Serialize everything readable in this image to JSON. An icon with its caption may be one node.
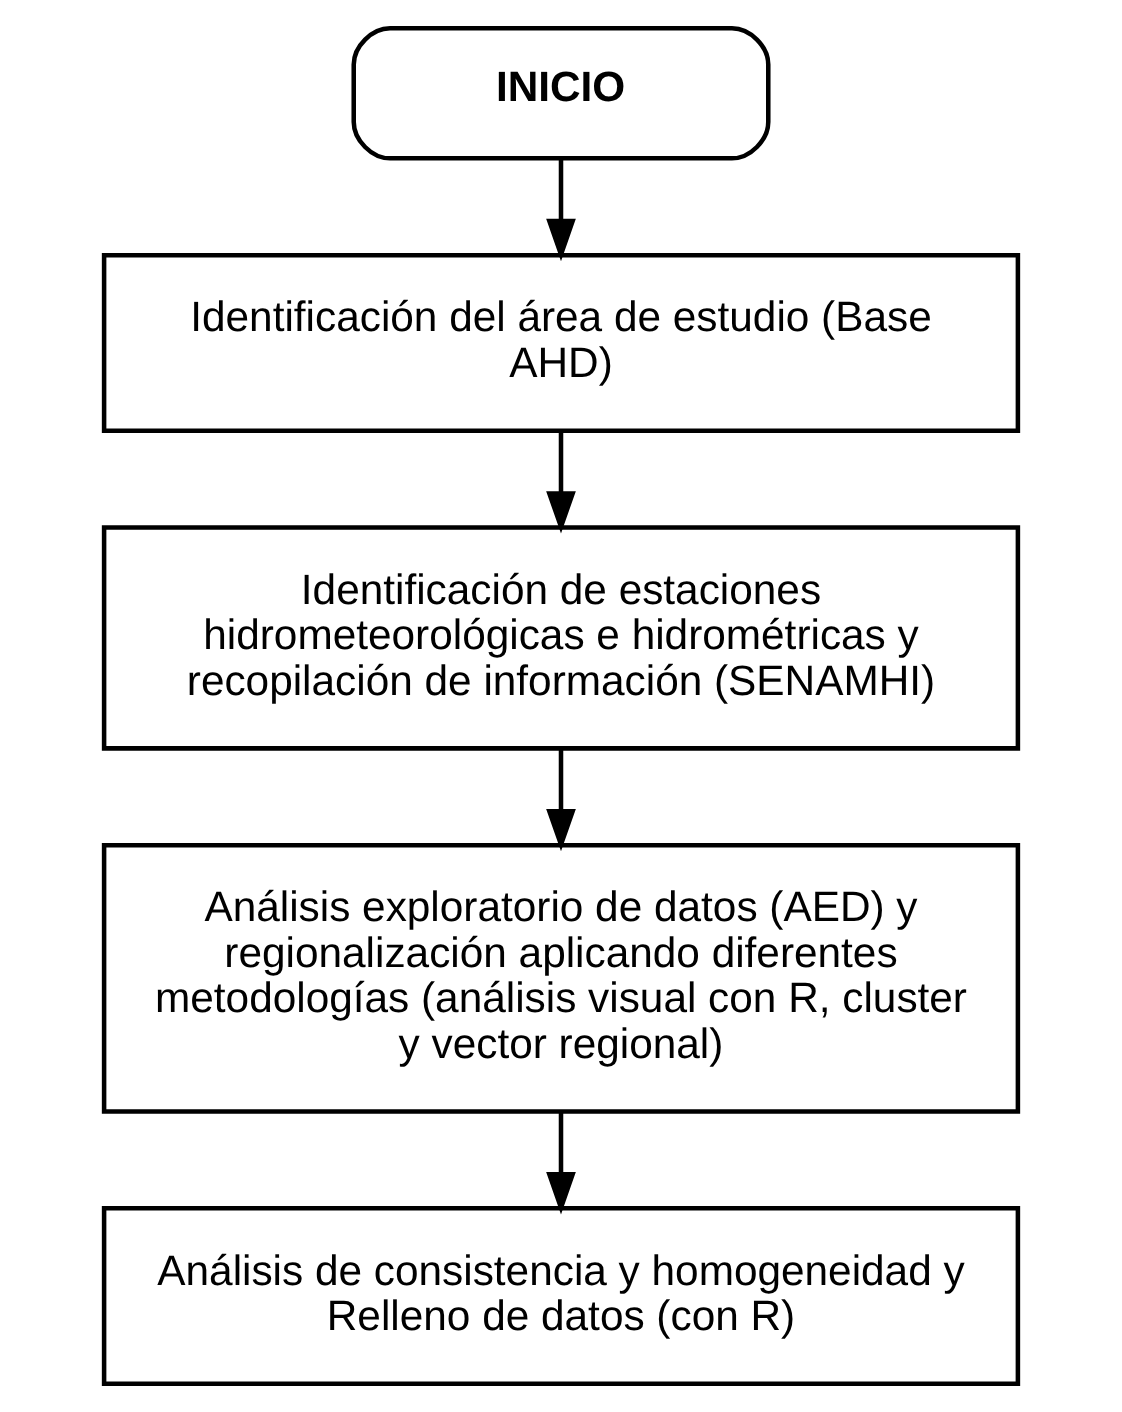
{
  "diagram": {
    "nodes": [
      {
        "text": [
          "INICIO"
        ]
      },
      {
        "text": [
          "Identificación del área de estudio (Base AHD)"
        ]
      },
      {
        "text": [
          "Identificación de estaciones hidrometeorológicas e hidrométricas y recopilación de información (SENAMHI)"
        ]
      },
      {
        "text": [
          "Análisis exploratorio de datos (AED) y regionalización aplicando diferentes metodologías (análisis visual con R, cluster y vector regional)"
        ]
      },
      {
        "text": [
          "Análisis de consistencia y homogeneidad y Relleno de datos (con R)"
        ]
      }
    ],
    "edges": [
      {
        "from": 0,
        "to": 1,
        "arrow": "to"
      },
      {
        "from": 1,
        "to": 2,
        "arrow": "to"
      },
      {
        "from": 2,
        "to": 3,
        "arrow": "to"
      },
      {
        "from": 3,
        "to": 4,
        "arrow": "to"
      }
    ]
  }
}
